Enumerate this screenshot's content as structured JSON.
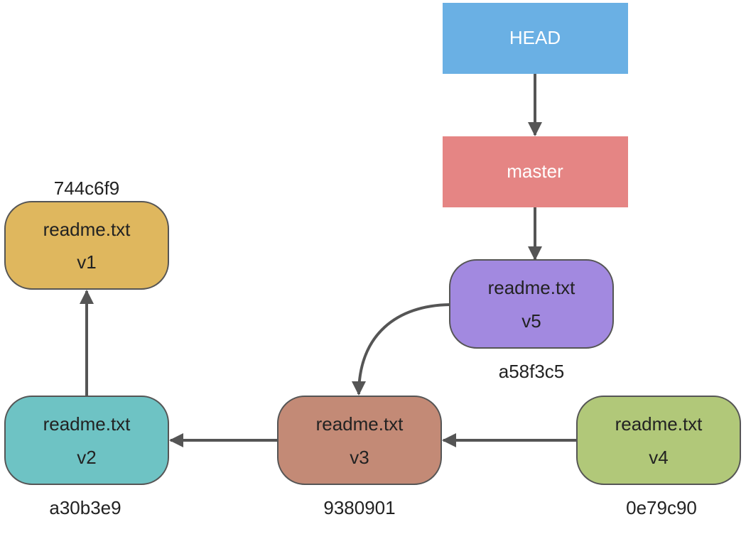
{
  "refs": {
    "head": {
      "label": "HEAD",
      "color": "#6AB0E4"
    },
    "master": {
      "label": "master",
      "color": "#E58584"
    }
  },
  "commits": [
    {
      "id": "v1",
      "file": "readme.txt",
      "version": "v1",
      "hash": "744c6f9",
      "color": "#DFB75E"
    },
    {
      "id": "v2",
      "file": "readme.txt",
      "version": "v2",
      "hash": "a30b3e9",
      "color": "#6EC3C4"
    },
    {
      "id": "v3",
      "file": "readme.txt",
      "version": "v3",
      "hash": "9380901",
      "color": "#C38A76"
    },
    {
      "id": "v4",
      "file": "readme.txt",
      "version": "v4",
      "hash": "0e79c90",
      "color": "#B1C879"
    },
    {
      "id": "v5",
      "file": "readme.txt",
      "version": "v5",
      "hash": "a58f3c5",
      "color": "#A289E0"
    }
  ],
  "edges": [
    {
      "from": "HEAD",
      "to": "master"
    },
    {
      "from": "master",
      "to": "v5"
    },
    {
      "from": "v5",
      "to": "v3"
    },
    {
      "from": "v4",
      "to": "v3"
    },
    {
      "from": "v3",
      "to": "v2"
    },
    {
      "from": "v2",
      "to": "v1"
    }
  ],
  "style": {
    "edge_color": "#555555",
    "node_border": "#555555"
  }
}
